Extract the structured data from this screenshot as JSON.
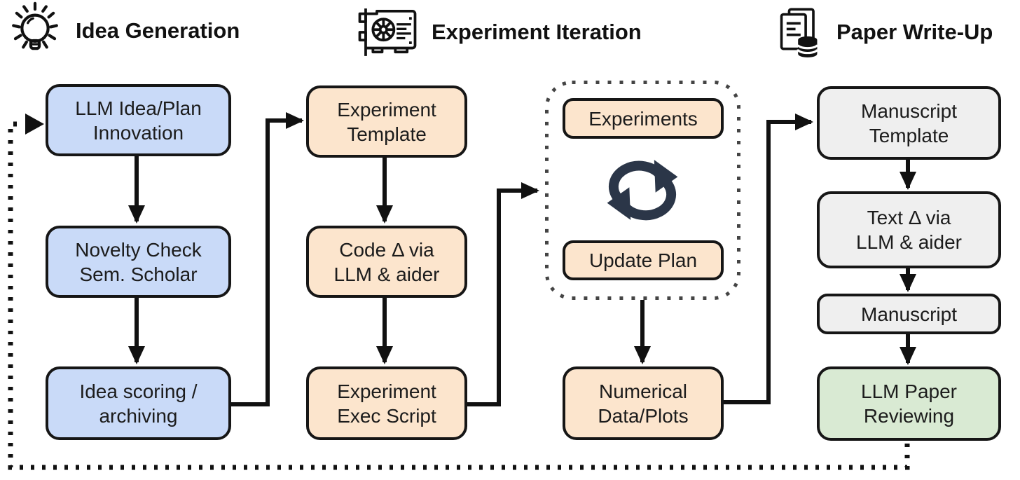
{
  "diagram": {
    "background": "#ffffff",
    "palette": {
      "idea_fill": "#c9daf8",
      "experiment_fill": "#fce5cd",
      "writeup_fill": "#efefef",
      "review_fill": "#d9ead3",
      "box_border": "#161616",
      "arrow_color": "#111111",
      "loop_icon_color": "#2b3648",
      "dotted_group_border": "#444444"
    },
    "headers": [
      {
        "title": "Idea Generation",
        "icon": "lightbulb-icon"
      },
      {
        "title": "Experiment Iteration",
        "icon": "gpu-icon"
      },
      {
        "title": "Paper Write-Up",
        "icon": "paper-database-icon"
      }
    ],
    "nodes": {
      "llm_idea_plan": "LLM Idea/Plan\nInnovation",
      "novelty_check": "Novelty Check\nSem. Scholar",
      "idea_scoring": "Idea scoring /\narchiving",
      "experiment_template": "Experiment\nTemplate",
      "code_delta": "Code Δ via\nLLM & aider",
      "experiment_exec": "Experiment\nExec Script",
      "experiments": "Experiments",
      "update_plan": "Update Plan",
      "numerical_data": "Numerical\nData/Plots",
      "manuscript_template": "Manuscript\nTemplate",
      "text_delta": "Text Δ via\nLLM & aider",
      "manuscript": "Manuscript",
      "llm_paper_reviewing": "LLM Paper\nReviewing"
    }
  }
}
